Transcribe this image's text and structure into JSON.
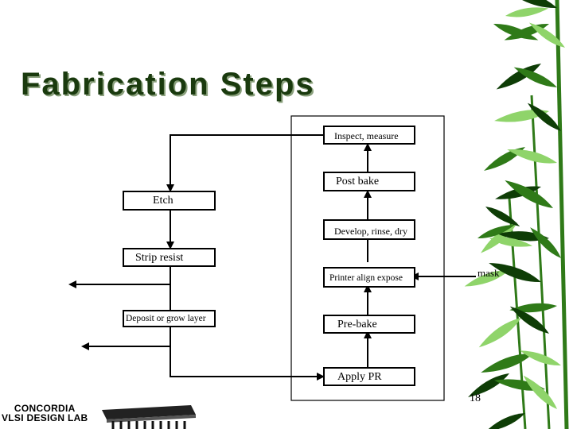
{
  "slide": {
    "title": "Fabrication Steps",
    "page_number": "18"
  },
  "diagram": {
    "nodes": {
      "inspect": "Inspect, measure",
      "post_bake": "Post bake",
      "etch": "Etch",
      "develop": "Develop, rinse, dry",
      "strip_resist": "Strip resist",
      "printer": "Printer align expose",
      "mask": "mask",
      "deposit": "Deposit or grow layer",
      "pre_bake": "Pre-bake",
      "apply_pr": "Apply PR"
    }
  },
  "logo": {
    "line1": "CONCORDIA",
    "line2": "VLSI DESIGN LAB"
  },
  "colors": {
    "title": "#1a3a0e",
    "bamboo_dark": "#0e3d06",
    "bamboo_mid": "#2f7a18",
    "bamboo_light": "#8fd46a"
  }
}
